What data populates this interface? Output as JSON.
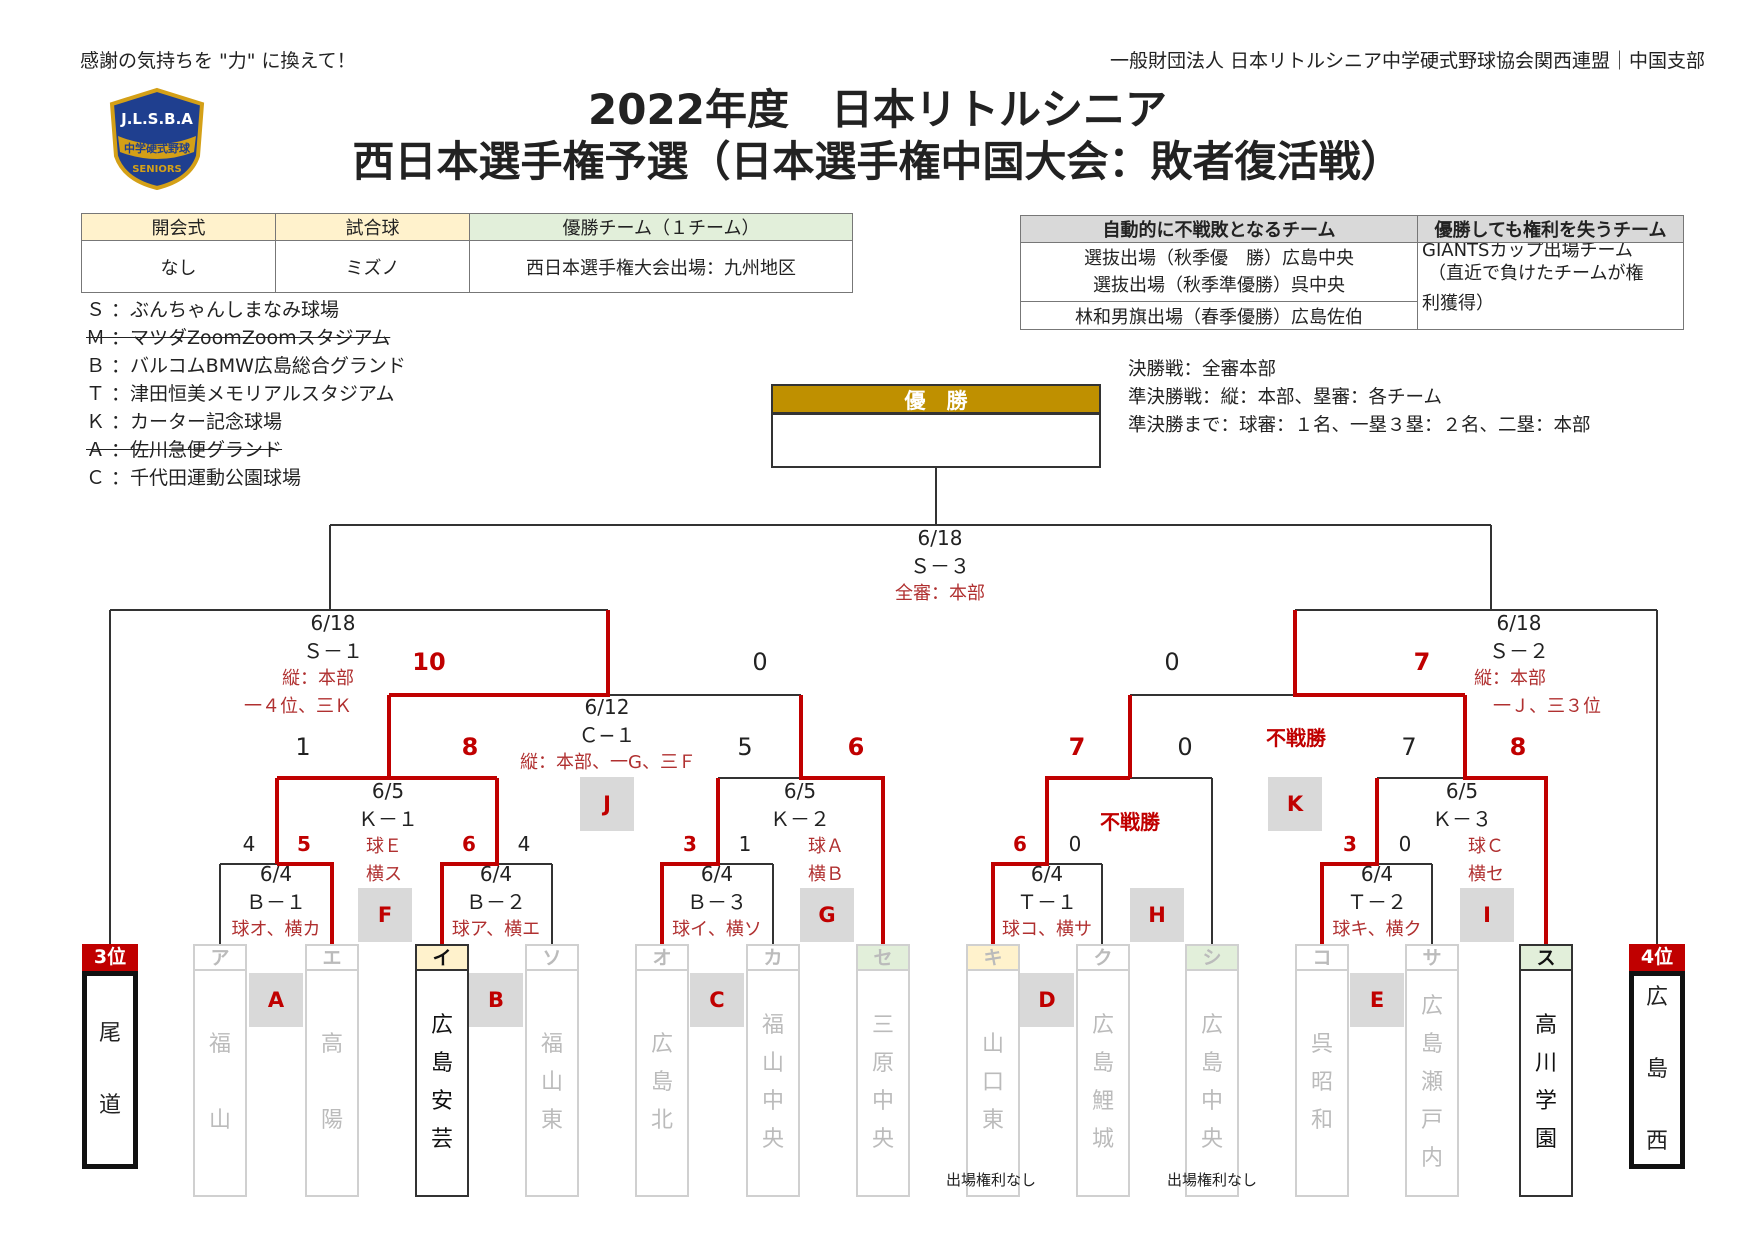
{
  "header": {
    "slogan": "感謝の気持ちを \"力\" に換えて！",
    "organization": "一般財団法人 日本リトルシニア中学硬式野球協会関西連盟｜中国支部",
    "title_line1": "2022年度　日本リトルシニア",
    "title_line2": "西日本選手権予選（日本選手権中国大会：敗者復活戦）",
    "logo_text": "J.L.S.B.A",
    "logo_band": "中学硬式野球",
    "logo_bottom": "SENIORS"
  },
  "info_table": {
    "headers": [
      "開会式",
      "試合球",
      "優勝チーム（１チーム）"
    ],
    "values": [
      "なし",
      "ミズノ",
      "西日本選手権大会出場：九州地区"
    ]
  },
  "forfeit_table": {
    "header_left": "自動的に不戦敗となるチーム",
    "header_right": "優勝しても権利を失うチーム",
    "left_rows": [
      "選抜出場（秋季優　勝）広島中央",
      "選抜出場（秋季準優勝）呉中央",
      "林和男旗出場（春季優勝）広島佐伯"
    ],
    "right_rows": [
      "GIANTSカップ出場チーム",
      "（直近で負けたチームが権",
      "利獲得）"
    ]
  },
  "venues": [
    {
      "text": "Ｓ ：ぶんちゃんしまなみ球場",
      "struck": false
    },
    {
      "text": "Ｍ ：マツダZoomZoomスタジアム",
      "struck": true
    },
    {
      "text": "Ｂ ：バルコムBMW広島総合グランド",
      "struck": false
    },
    {
      "text": "Ｔ ：津田恒美メモリアルスタジアム",
      "struck": false
    },
    {
      "text": "Ｋ ：カーター記念球場",
      "struck": false
    },
    {
      "text": "Ａ ：佐川急便グランド",
      "struck": true
    },
    {
      "text": "Ｃ ：千代田運動公園球場",
      "struck": false
    }
  ],
  "notes": [
    "決勝戦：全審本部",
    "準決勝戦：縦：本部、塁審：各チーム",
    "準決勝まで：球審：１名、一塁３塁：２名、二塁：本部"
  ],
  "champion_label": "優　勝",
  "games": {
    "final": {
      "date": "6/18",
      "venue": "Ｓ－３",
      "umpire": "全審：本部"
    },
    "sf_left": {
      "date": "6/18",
      "venue": "Ｓ－１",
      "umpire1": "縦：本部",
      "umpire2": "一４位、三Ｋ",
      "score_l": "10",
      "score_r": "0"
    },
    "sf_right": {
      "date": "6/18",
      "venue": "Ｓ－２",
      "umpire1": "縦：本部",
      "umpire2": "一Ｊ、三３位",
      "score_l": "0",
      "score_r": "7"
    },
    "j": {
      "date": "6/12",
      "venue": "Ｃ−１",
      "umpire": "縦：本部、一G、三Ｆ",
      "score_l": "8",
      "score_r": "5",
      "box": "J"
    },
    "qf_left": {
      "score": "1"
    },
    "qf_rr": {
      "score": "7",
      "score_r": "8"
    },
    "ql": {
      "score_l": "7",
      "score_r": "0",
      "bywin": "不戦勝"
    },
    "k_game": {
      "box": "K",
      "bywin": "不戦勝"
    },
    "e1": {
      "date": "6/5",
      "venue": "Ｋ－１",
      "umpire1": "球Ｅ",
      "umpire2": "横ス",
      "box": "F",
      "score_l": "8",
      "score_mid": "6"
    },
    "e2": {
      "date": "6/5",
      "venue": "Ｋ－２",
      "umpire1": "球Ａ",
      "umpire2": "横Ｂ",
      "box": "G",
      "score_r": "6"
    },
    "e3": {
      "box": "H"
    },
    "e4": {
      "date": "6/5",
      "venue": "Ｋ－３",
      "umpire1": "球Ｃ",
      "umpire2": "横セ",
      "box": "I"
    },
    "a": {
      "date": "6/4",
      "venue": "Ｂ－１",
      "umpire": "球オ、横カ",
      "box": "A",
      "score_l": "4",
      "score_r": "5"
    },
    "b": {
      "date": "6/4",
      "venue": "Ｂ－２",
      "umpire": "球ア、横エ",
      "box": "B",
      "score_l": "6",
      "score_r": "4"
    },
    "c": {
      "date": "6/4",
      "venue": "Ｂ－３",
      "umpire": "球イ、横ソ",
      "box": "C",
      "score_l": "3",
      "score_r": "1"
    },
    "d": {
      "date": "6/4",
      "venue": "Ｔ－１",
      "umpire": "球コ、横サ",
      "box": "D",
      "score_l": "6",
      "score_r": "0"
    },
    "e": {
      "date": "6/4",
      "venue": "Ｔ－２",
      "umpire": "球キ、横ク",
      "box": "E",
      "score_l": "3",
      "score_r": "0"
    }
  },
  "rank3": {
    "label": "3位",
    "team": [
      "尾",
      "道"
    ]
  },
  "rank4": {
    "label": "4位",
    "team": [
      "広",
      "島",
      "西"
    ]
  },
  "teams": [
    {
      "key": "ア",
      "name": [
        "福",
        "山"
      ],
      "active": false,
      "hdr": ""
    },
    {
      "key": "エ",
      "name": [
        "高",
        "陽"
      ],
      "active": false,
      "hdr": ""
    },
    {
      "key": "イ",
      "name": [
        "広",
        "島",
        "安",
        "芸"
      ],
      "active": true,
      "hdr": "y"
    },
    {
      "key": "ソ",
      "name": [
        "福",
        "山",
        "東"
      ],
      "active": false,
      "hdr": ""
    },
    {
      "key": "オ",
      "name": [
        "広",
        "島",
        "北"
      ],
      "active": false,
      "hdr": ""
    },
    {
      "key": "カ",
      "name": [
        "福",
        "山",
        "中",
        "央"
      ],
      "active": false,
      "hdr": ""
    },
    {
      "key": "セ",
      "name": [
        "三",
        "原",
        "中",
        "央"
      ],
      "active": false,
      "hdr": "g"
    },
    {
      "key": "キ",
      "name": [
        "山",
        "口",
        "東"
      ],
      "active": false,
      "hdr": "y"
    },
    {
      "key": "ク",
      "name": [
        "広",
        "島",
        "鯉",
        "城"
      ],
      "active": false,
      "hdr": ""
    },
    {
      "key": "シ",
      "name": [
        "広",
        "島",
        "中",
        "央"
      ],
      "active": false,
      "hdr": "g"
    },
    {
      "key": "コ",
      "name": [
        "呉",
        "昭",
        "和"
      ],
      "active": false,
      "hdr": ""
    },
    {
      "key": "サ",
      "name": [
        "広",
        "島",
        "瀬",
        "戸",
        "内"
      ],
      "active": false,
      "hdr": ""
    },
    {
      "key": "ス",
      "name": [
        "高",
        "川",
        "学",
        "園"
      ],
      "active": true,
      "hdr": "g"
    }
  ],
  "no_right_label": "出場権利なし",
  "colors": {
    "win_line": "#c00000",
    "line": "#333333",
    "gold": "#bf9000",
    "yellow_hdr": "#fff2cc",
    "green_hdr": "#e2efda"
  }
}
